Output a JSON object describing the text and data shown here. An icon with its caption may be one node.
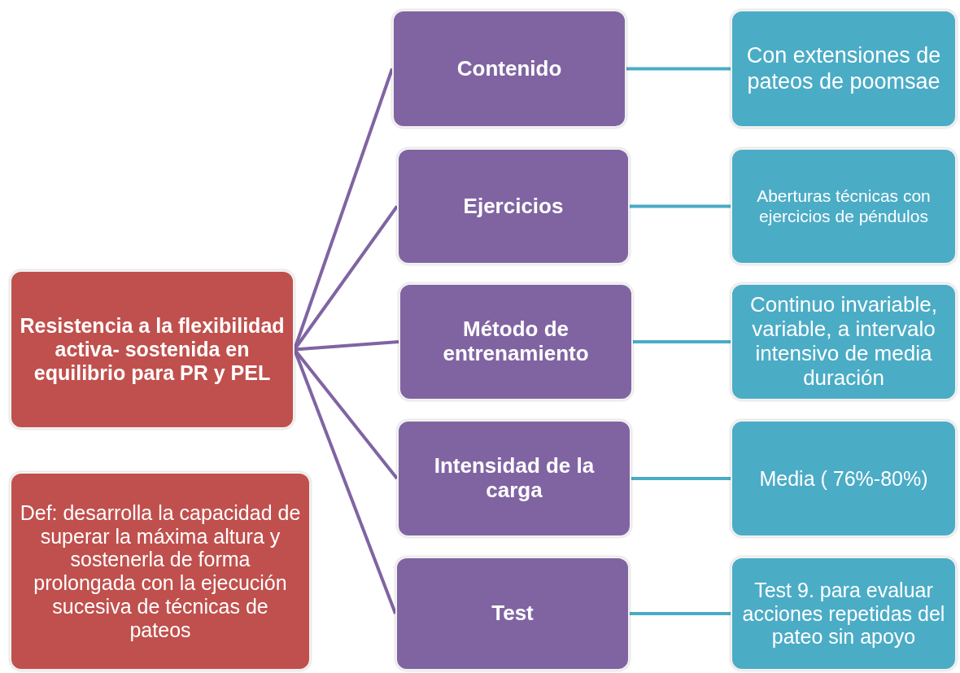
{
  "diagram": {
    "nodes": [
      {
        "text": [
          "Resistencia a la flexibilidad activa- sostenida en equilibrio para PR y PEL"
        ]
      },
      {
        "text": [
          "Def: desarrolla la capacidad de superar la máxima altura y sostenerla de forma prolongada con la ejecución sucesiva de técnicas de pateos"
        ]
      },
      {
        "text": [
          "Contenido"
        ]
      },
      {
        "text": [
          "Con extensiones de pateos de poomsae"
        ]
      },
      {
        "text": [
          "Ejercicios"
        ]
      },
      {
        "text": [
          "Aberturas técnicas con ejercicios de péndulos"
        ]
      },
      {
        "text": [
          "Método de entrenamiento"
        ]
      },
      {
        "text": [
          "Continuo invariable, variable, a intervalo intensivo de media duración"
        ]
      },
      {
        "text": [
          "Intensidad de la carga"
        ]
      },
      {
        "text": [
          "Media ( 76%-80%)"
        ]
      },
      {
        "text": [
          "Test"
        ]
      },
      {
        "text": [
          "Test 9. para evaluar acciones repetidas del pateo sin apoyo"
        ]
      }
    ],
    "edges": [
      {
        "from": 0,
        "to": 2,
        "arrow": "none"
      },
      {
        "from": 0,
        "to": 4,
        "arrow": "none"
      },
      {
        "from": 0,
        "to": 6,
        "arrow": "none"
      },
      {
        "from": 0,
        "to": 8,
        "arrow": "none"
      },
      {
        "from": 0,
        "to": 10,
        "arrow": "none"
      },
      {
        "from": 2,
        "to": 3,
        "arrow": "none",
        "color": "#4bacc6"
      },
      {
        "from": 4,
        "to": 5,
        "arrow": "none",
        "color": "#4bacc6"
      },
      {
        "from": 6,
        "to": 7,
        "arrow": "none",
        "color": "#4bacc6"
      },
      {
        "from": 8,
        "to": 9,
        "arrow": "none",
        "color": "#4bacc6"
      },
      {
        "from": 10,
        "to": 11,
        "arrow": "none",
        "color": "#4bacc6"
      }
    ]
  }
}
